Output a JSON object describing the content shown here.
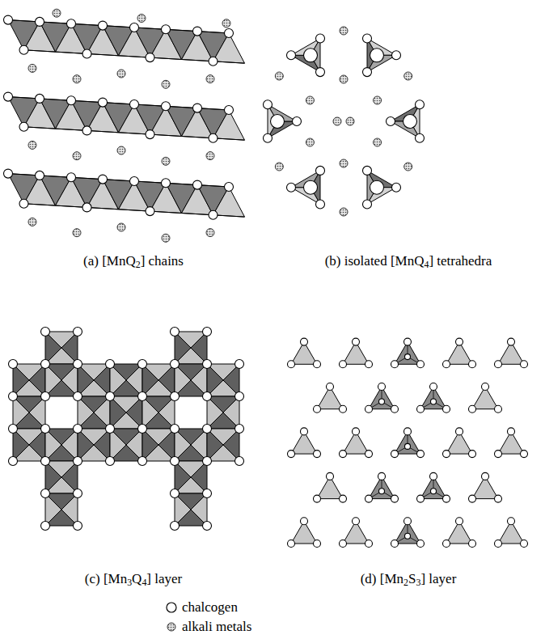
{
  "diagram": {
    "labels": [
      "(a) [MnQ2] chains",
      "(b) isolated [MnQ4] tetrahedra",
      "(c) [Mn3Q4] layer",
      "(d) [Mn2S3] layer"
    ],
    "legend": [
      {
        "text": "chalcogen"
      },
      {
        "text": "alkali metals"
      }
    ]
  }
}
